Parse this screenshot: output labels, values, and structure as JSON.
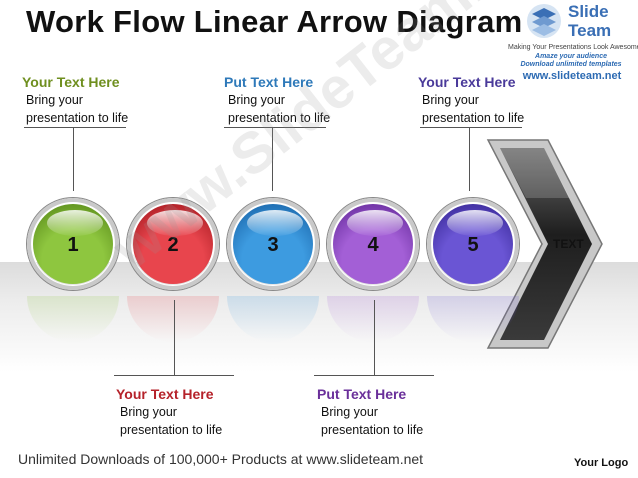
{
  "title": "Work Flow Linear Arrow Diagram",
  "brand": {
    "name_line1": "Slide",
    "name_line2": "Team",
    "tagline": "Making Your Presentations Look Awesome",
    "promo_line1": "Amaze your audience",
    "promo_line2": "Download unlimited templates",
    "url": "www.slideteam.net"
  },
  "watermark": "www.SlideTeam.net",
  "labels": {
    "top_left": {
      "heading": "Your Text Here",
      "body1": "Bring your",
      "body2": "presentation to life",
      "color": "#6f8f1f"
    },
    "top_center": {
      "heading": "Put Text Here",
      "body1": "Bring your",
      "body2": "presentation to life",
      "color": "#2e79b9"
    },
    "top_right": {
      "heading": "Your Text Here",
      "body1": "Bring your",
      "body2": "presentation to life",
      "color": "#4a3a9a"
    },
    "bottom_left": {
      "heading": "Your Text Here",
      "body1": "Bring your",
      "body2": "presentation to life",
      "color": "#b5222a"
    },
    "bottom_right": {
      "heading": "Put Text Here",
      "body1": "Bring your",
      "body2": "presentation to life",
      "color": "#6a2f9a"
    }
  },
  "steps": [
    {
      "number": "1",
      "color": "#8ec63f",
      "dark": "#4f7f12"
    },
    {
      "number": "2",
      "color": "#e8454d",
      "dark": "#9a1218"
    },
    {
      "number": "3",
      "color": "#3d9be0",
      "dark": "#125a9e"
    },
    {
      "number": "4",
      "color": "#a35fd6",
      "dark": "#5a2190"
    },
    {
      "number": "5",
      "color": "#6a55d4",
      "dark": "#2e1f8a"
    }
  ],
  "arrow_label": "TEXT",
  "footer": "Unlimited Downloads of 100,000+ Products at www.slideteam.net",
  "logo_placeholder": "Your Logo"
}
